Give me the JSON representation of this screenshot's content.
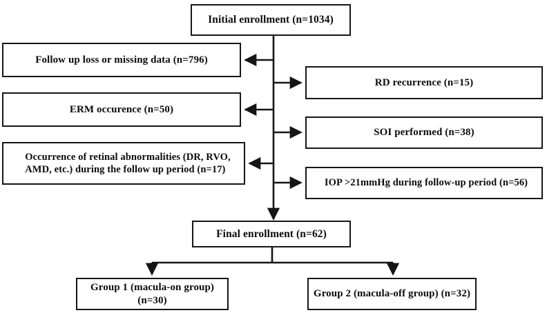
{
  "diagram": {
    "title": "Study enrollment flow diagram",
    "type": "flowchart",
    "stroke_color": "#151515",
    "background_color": "#ffffff",
    "nodes": {
      "initial": "Initial enrollment (n=1034)",
      "follow_up_loss": "Follow up loss or missing data (n=796)",
      "erm": "ERM occurence (n=50)",
      "retinal_line1": "Occurrence of retinal abnormalities (DR, RVO,",
      "retinal_line2": "AMD, etc.) during the follow up period (n=17)",
      "rd_recurrence": "RD recurrence (n=15)",
      "soi": "SOI performed (n=38)",
      "iop": "IOP >21mmHg  during follow-up period (n=56)",
      "final": "Final enrollment (n=62)",
      "group1": "Group 1 (macula-on group) (n=30)",
      "group2": "Group 2 (macula-off group) (n=32)"
    },
    "exclusions": [
      {
        "label": "Follow up loss or missing data (n=796)",
        "n": 796,
        "side": "left"
      },
      {
        "label": "ERM occurence (n=50)",
        "n": 50,
        "side": "left"
      },
      {
        "label": "Occurrence of retinal abnormalities (DR, RVO, AMD, etc.) during the follow up period (n=17)",
        "n": 17,
        "side": "left"
      },
      {
        "label": "RD recurrence (n=15)",
        "n": 15,
        "side": "right"
      },
      {
        "label": "SOI performed (n=38)",
        "n": 38,
        "side": "right"
      },
      {
        "label": "IOP >21mmHg  during follow-up period (n=56)",
        "n": 56,
        "side": "right"
      }
    ],
    "counts": {
      "initial_enrollment": 1034,
      "final_enrollment": 62,
      "group1": 30,
      "group2": 32
    }
  }
}
